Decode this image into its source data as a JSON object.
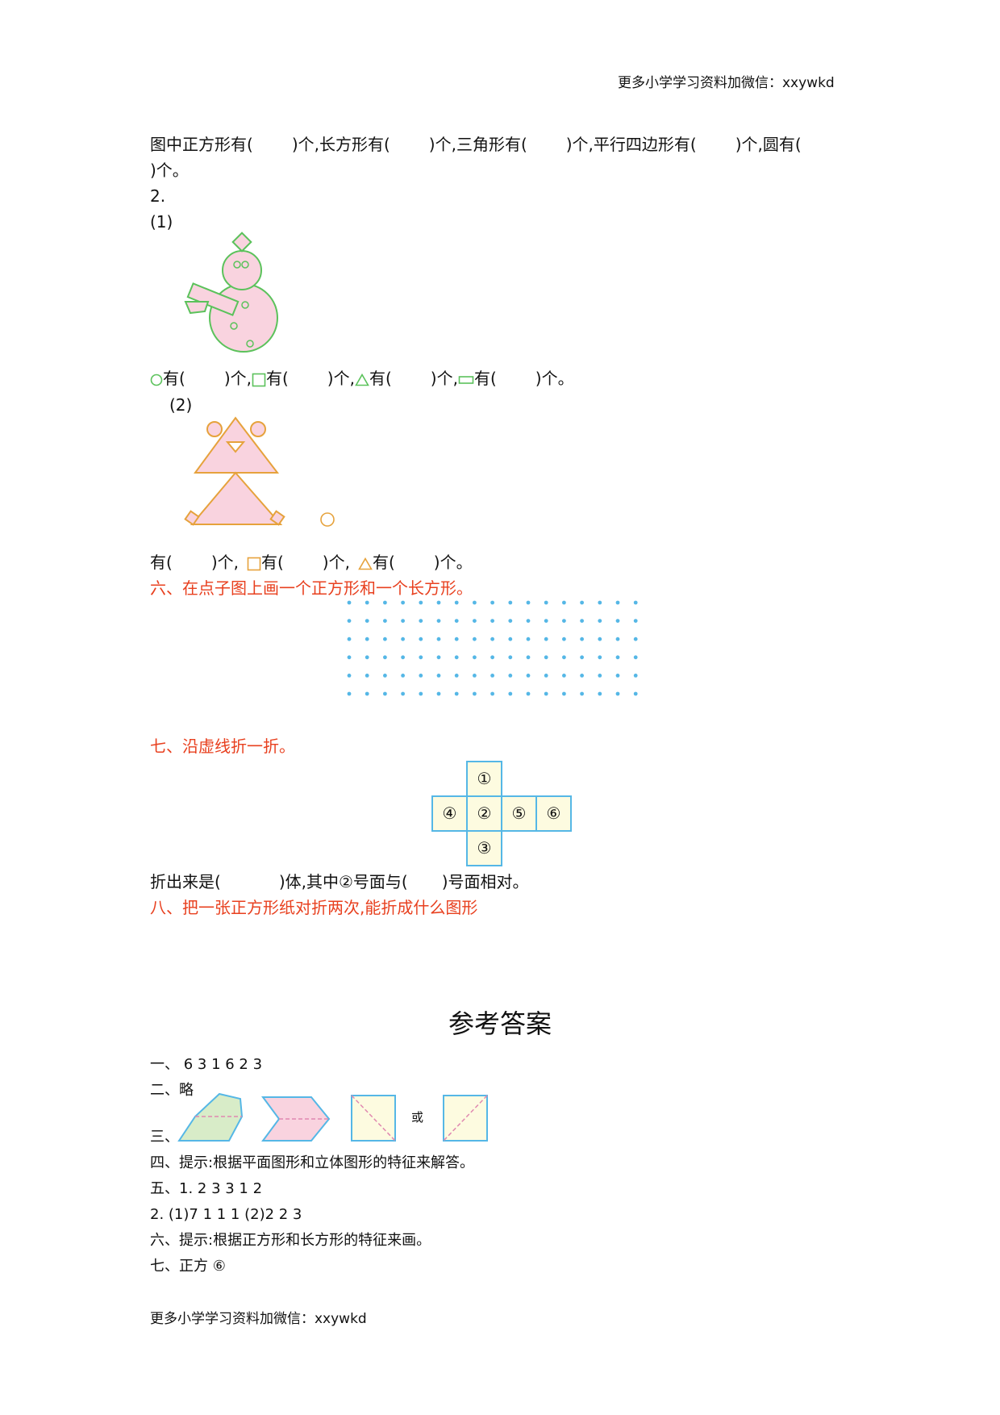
{
  "header": {
    "note": "更多小学学习资料加微信：xxywkd"
  },
  "q5": {
    "line1_parts": [
      "图中正方形有(",
      ")个,长方形有(",
      ")个,三角形有(",
      ")个,平行四边形有(",
      ")个,圆有("
    ],
    "line2": ")个。",
    "num": "2.",
    "sub1": "(1)",
    "sub1_parts": [
      "有(",
      ")个,",
      "有(",
      ")个,",
      "有(",
      ")个,",
      "有(",
      ")个。"
    ],
    "sub2": "(2)",
    "sub2_parts": [
      "有(",
      ")个,",
      "有(",
      ")个,",
      "有(",
      ")个。"
    ]
  },
  "q6": {
    "title": "六、在点子图上画一个正方形和一个长方形。"
  },
  "q7": {
    "title": "七、沿虚线折一折。",
    "faces": [
      "①",
      "④",
      "②",
      "⑤",
      "⑥",
      "③"
    ],
    "fill_parts": [
      "折出来是(",
      ")体,其中②号面与(",
      ")号面相对。"
    ]
  },
  "q8": {
    "title": "八、把一张正方形纸对折两次,能折成什么图形"
  },
  "answers": {
    "title": "参考答案",
    "a1": "一、 6   3   1   6   2   3",
    "a2": "二、略",
    "a3_label": "三、",
    "a3_or": "或",
    "a4": "四、提示:根据平面图形和立体图形的特征来解答。",
    "a5_1": "五、1. 2   3   3   1   2",
    "a5_2": "2. (1)7   1   1   1   (2)2   2   3",
    "a6": "六、提示:根据正方形和长方形的特征来画。",
    "a7": "七、正方   ⑥"
  },
  "footer": {
    "note": "更多小学学习资料加微信：xxywkd"
  },
  "colors": {
    "green": "#5bc25b",
    "pink": "#f9d3df",
    "orange": "#e6a23c",
    "blue": "#55b7e6",
    "cream": "#fdfbe0",
    "red": "#e8401f"
  }
}
